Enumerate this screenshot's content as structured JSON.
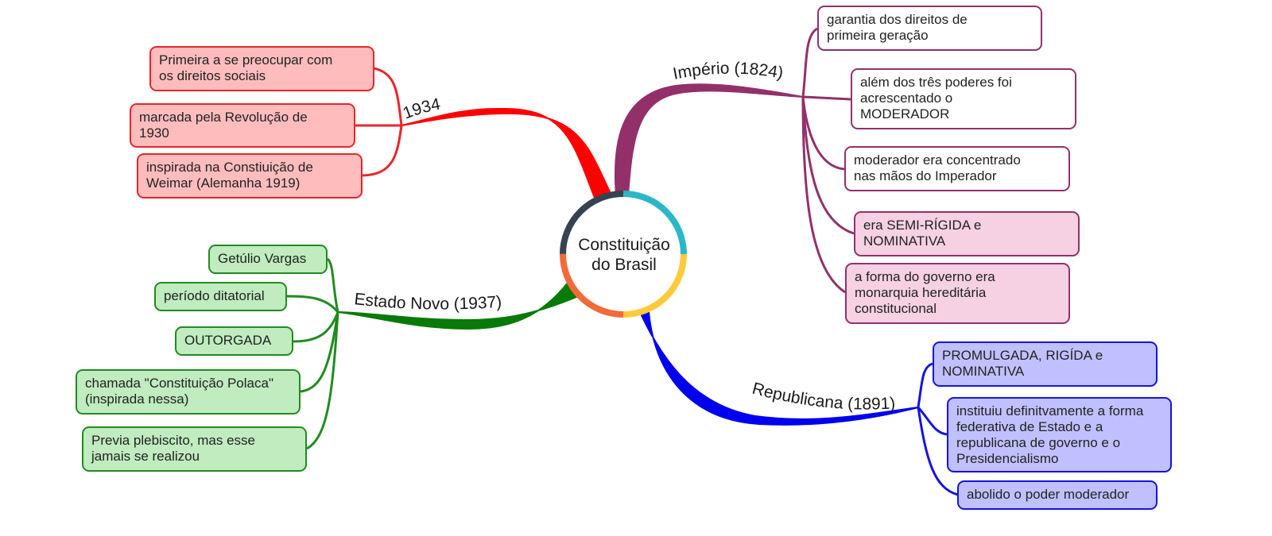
{
  "center": {
    "label": "Constituição\ndo Brasil"
  },
  "branches": {
    "b1934": {
      "label": "1934",
      "color": "#ff0000",
      "items": [
        "Primeira a se preocupar com\nos direitos sociais",
        "marcada pela Revolução de\n1930",
        "inspirada na Constiuição de\nWeimar (Alemanha 1919)"
      ]
    },
    "estado_novo": {
      "label": "Estado Novo (1937)",
      "color": "#077a07",
      "items": [
        "Getúlio Vargas",
        "período ditatorial",
        "OUTORGADA",
        "chamada \"Constituição Polaca\"\n(inspirada nessa)",
        "Previa plebiscito, mas esse\njamais se realizou"
      ]
    },
    "imperio": {
      "label": "Império (1824)",
      "color": "#93306a",
      "items": [
        "garantia dos direitos de\nprimeira geração",
        "além dos três poderes foi\nacrescentado o\nMODERADOR",
        "moderador era concentrado\nnas mãos do Imperador",
        "era SEMI-RÍGIDA e\nNOMINATIVA",
        "a forma do governo era\nmonarquia hereditária\nconstitucional"
      ]
    },
    "republicana": {
      "label": "Republicana (1891)",
      "color": "#0000ee",
      "items": [
        "PROMULGADA, RIGÍDA e\nNOMINATIVA",
        "instituiu definitvamente a forma\nfederativa de Estado e a\nrepublicana de governo e o\nPresidencialismo",
        "abolido o poder moderador"
      ]
    }
  }
}
